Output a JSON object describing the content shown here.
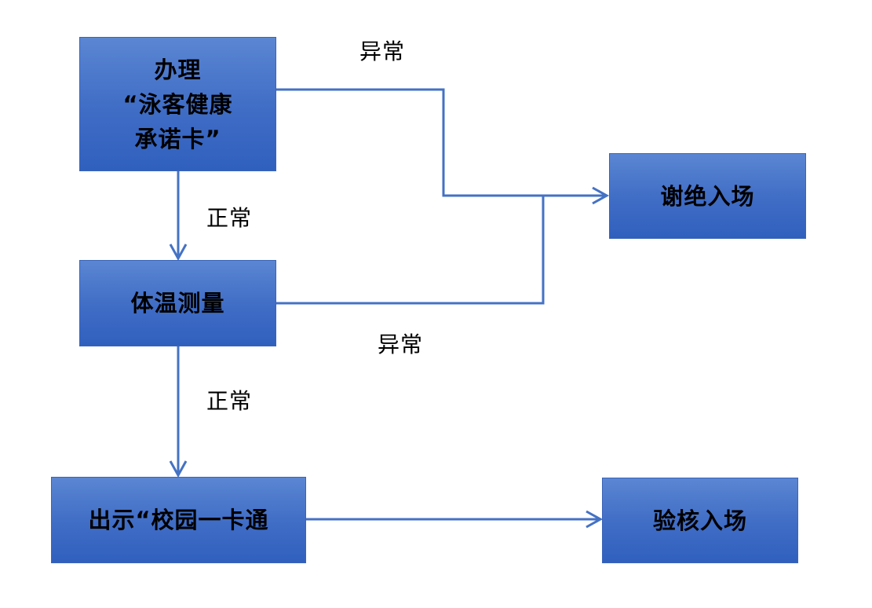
{
  "diagram": {
    "nodes": {
      "apply_card": {
        "lines": [
          "办理",
          "“泳客健康",
          "承诺卡”"
        ]
      },
      "temperature": {
        "label": "体温测量"
      },
      "show_card": {
        "label": "出示“校园一卡通"
      },
      "refuse_entry": {
        "label": "谢绝入场"
      },
      "verify_entry": {
        "label": "验核入场"
      }
    },
    "edge_labels": {
      "apply_abnormal": "异常",
      "apply_normal": "正常",
      "temp_abnormal": "异常",
      "temp_normal": "正常"
    },
    "colors": {
      "box_fill_top": "#5b86d3",
      "box_fill_bottom": "#3060be",
      "connector": "#4472c4"
    }
  }
}
